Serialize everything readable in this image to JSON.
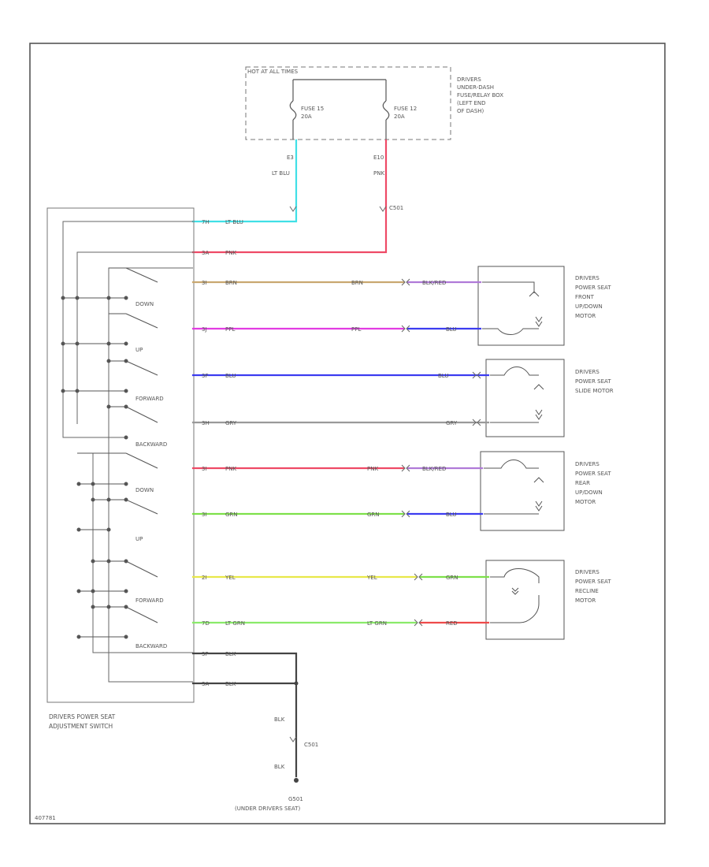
{
  "colors": {
    "border": "#555555",
    "lt_blu": "#40e0e6",
    "pnk": "#ee4a66",
    "brn": "#c9a870",
    "blk_red": "#b07ad8",
    "ppl": "#e23ce2",
    "blu": "#3c3cf0",
    "gry": "#999999",
    "grn": "#7ee04a",
    "yel": "#e8e84a",
    "red": "#ee4a4a",
    "blk": "#444444"
  },
  "labels": {
    "hot_at_all_times": "HOT AT ALL TIMES",
    "fusebox_1": "DRIVERS",
    "fusebox_2": "UNDER-DASH",
    "fusebox_3": "FUSE/RELAY BOX",
    "fusebox_4": "(LEFT END",
    "fusebox_5": "OF DASH)",
    "fuse15_name": "FUSE 15",
    "fuse15_amp": "20A",
    "fuse12_name": "FUSE 12",
    "fuse12_amp": "20A",
    "fuse15_term": "E3",
    "fuse12_term": "E10",
    "wire_lt_blu": "LT BLU",
    "wire_pnk": "PNK",
    "c501": "C501",
    "switch_1": "DRIVERS POWER SEAT",
    "switch_2": "ADJUSTMENT SWITCH",
    "sw_down_1": "DOWN",
    "sw_up_1": "UP",
    "sw_forward_1": "FORWARD",
    "sw_backward_1": "BACKWARD",
    "sw_down_2": "DOWN",
    "sw_up_2": "UP",
    "sw_forward_2": "FORWARD",
    "sw_backward_2": "BACKWARD",
    "pin_1": "7H",
    "pin_2": "3A",
    "pin_3": "3I",
    "pin_4": "3J",
    "pin_5": "3F",
    "pin_6": "3H",
    "pin_7": "3I",
    "pin_8": "3I",
    "pin_9": "2I",
    "pin_10": "7D",
    "pin_11": "3F",
    "pin_12": "3A",
    "w1_left": "LT BLU",
    "w2_left": "PNK",
    "w3_left": "BRN",
    "w3_right": "BRN",
    "w3_far": "BLK/RED",
    "w4_left": "PPL",
    "w4_right": "PPL",
    "w4_far": "BLU",
    "w5_left": "BLU",
    "w5_right": "BLU",
    "w6_left": "GRY",
    "w6_right": "GRY",
    "w7_left": "PNK",
    "w7_right": "PNK",
    "w7_far": "BLK/RED",
    "w8_left": "GRN",
    "w8_right": "GRN",
    "w8_far": "BLU",
    "w9_left": "YEL",
    "w9_right": "YEL",
    "w9_far": "GRN",
    "w10_left": "LT GRN",
    "w10_right": "LT GRN",
    "w10_far": "RED",
    "w11_left": "BLK",
    "w12_left": "BLK",
    "m1_1": "DRIVERS",
    "m1_2": "POWER SEAT",
    "m1_3": "FRONT",
    "m1_4": "UP/DOWN",
    "m1_5": "MOTOR",
    "m2_1": "DRIVERS",
    "m2_2": "POWER SEAT",
    "m2_3": "SLIDE MOTOR",
    "m3_1": "DRIVERS",
    "m3_2": "POWER SEAT",
    "m3_3": "REAR",
    "m3_4": "UP/DOWN",
    "m3_5": "MOTOR",
    "m4_1": "DRIVERS",
    "m4_2": "POWER SEAT",
    "m4_3": "RECLINE",
    "m4_4": "MOTOR",
    "ground_blk_1": "BLK",
    "ground_c501": "C501",
    "ground_blk_2": "BLK",
    "ground_g501": "G501",
    "ground_loc": "(UNDER DRIVERS SEAT)",
    "figure_id": "407781"
  }
}
